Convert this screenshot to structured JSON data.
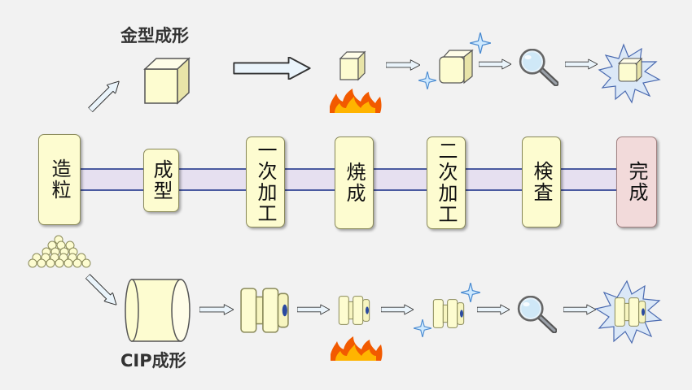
{
  "labels": {
    "top_method": "金型成形",
    "bottom_method": "CIP成形"
  },
  "steps": [
    {
      "label": "造粒"
    },
    {
      "label": "成型"
    },
    {
      "label": "一次加工"
    },
    {
      "label": "焼成"
    },
    {
      "label": "二次加工"
    },
    {
      "label": "検査"
    },
    {
      "label": "完成"
    }
  ],
  "colors": {
    "background": "#f2f2f2",
    "step_fill": "#fdfcd0",
    "final_fill": "#f2dada",
    "band_fill": "#e6e0f0",
    "band_line": "#4a5aa0",
    "arrow_fill": "#eaf4fb",
    "flame_outer": "#f25a00",
    "flame_inner": "#ffb400"
  },
  "icons": [
    "granules-icon",
    "cube-icon",
    "cylinder-icon",
    "flame-icon",
    "sparkle-icon",
    "magnifier-icon",
    "burst-icon",
    "arrow-icon"
  ]
}
